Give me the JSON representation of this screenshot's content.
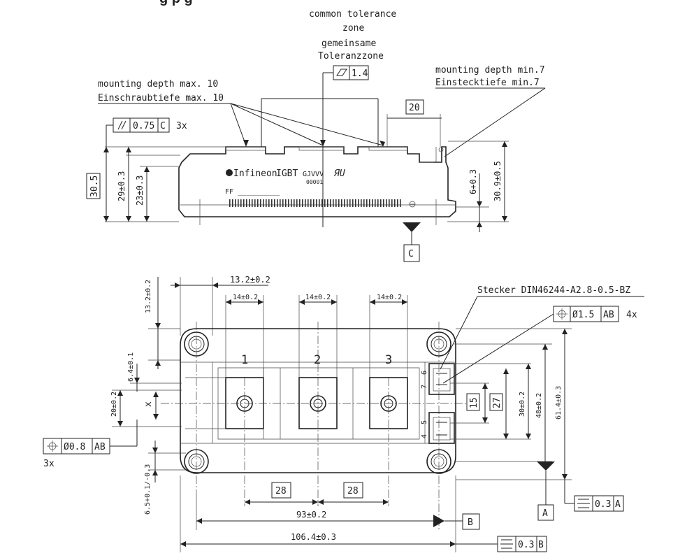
{
  "title_fragment": "g   p    g",
  "side_view": {
    "common_tolerance": [
      "common tolerance",
      "zone"
    ],
    "gemeinsame": [
      "gemeinsame",
      "Toleranzzone"
    ],
    "flatness_value": "1.4",
    "mounting_depth_max": [
      "mounting depth max. 10",
      "Einschraubtiefe max. 10"
    ],
    "mounting_depth_min": [
      "mounting depth min.7",
      "Einstecktiefe min.7"
    ],
    "dim_20": "20",
    "parallel_value": "0.75",
    "parallel_datum": "C",
    "parallel_count": "3x",
    "dim_30_5": "30.5",
    "dim_29": "29±0.3",
    "dim_23": "23±0.3",
    "dim_6": "6+0.3",
    "dim_30_9": "30.9±0.5",
    "datum_c": "C",
    "label_brand": "Infineon",
    "label_type": "IGBT",
    "label_code": "GJVVV",
    "label_serial": "00001",
    "label_ff": "FF __________"
  },
  "top_view": {
    "dim_13_2_h": "13.2±0.2",
    "dim_13_2_v": "13.2±0.2",
    "dim_14_a": "14±0.2",
    "dim_14_b": "14±0.2",
    "dim_14_c": "14±0.2",
    "stecker": "Stecker DIN46244-A2.8-0.5-BZ",
    "pos_tol_pins": "Ø1.5",
    "pos_tol_pins_datum": "AB",
    "pins_count": "4x",
    "terminal_1": "1",
    "terminal_2": "2",
    "terminal_3": "3",
    "pin_6": "6",
    "pin_7": "7",
    "pin_5": "5",
    "pin_4": "4",
    "dim_6_4": "6.4±0.1",
    "dim_20": "20±0.2",
    "dim_x": "x",
    "pos_tol_holes": "Ø0.8",
    "pos_tol_holes_datum": "AB",
    "holes_count": "3x",
    "dim_15": "15",
    "dim_27": "27",
    "dim_30": "30±0.2",
    "dim_48": "48±0.2",
    "dim_61_4": "61.4±0.3",
    "dim_28_a": "28",
    "dim_28_b": "28",
    "dim_93": "93±0.2",
    "dim_106_4": "106.4±0.3",
    "dim_6_5": "6.5+0.1/-0.3",
    "datum_a": "A",
    "datum_b": "B",
    "sym_tol_a": "0.3",
    "sym_tol_a_datum": "A",
    "sym_tol_b": "0.3",
    "sym_tol_b_datum": "B"
  }
}
